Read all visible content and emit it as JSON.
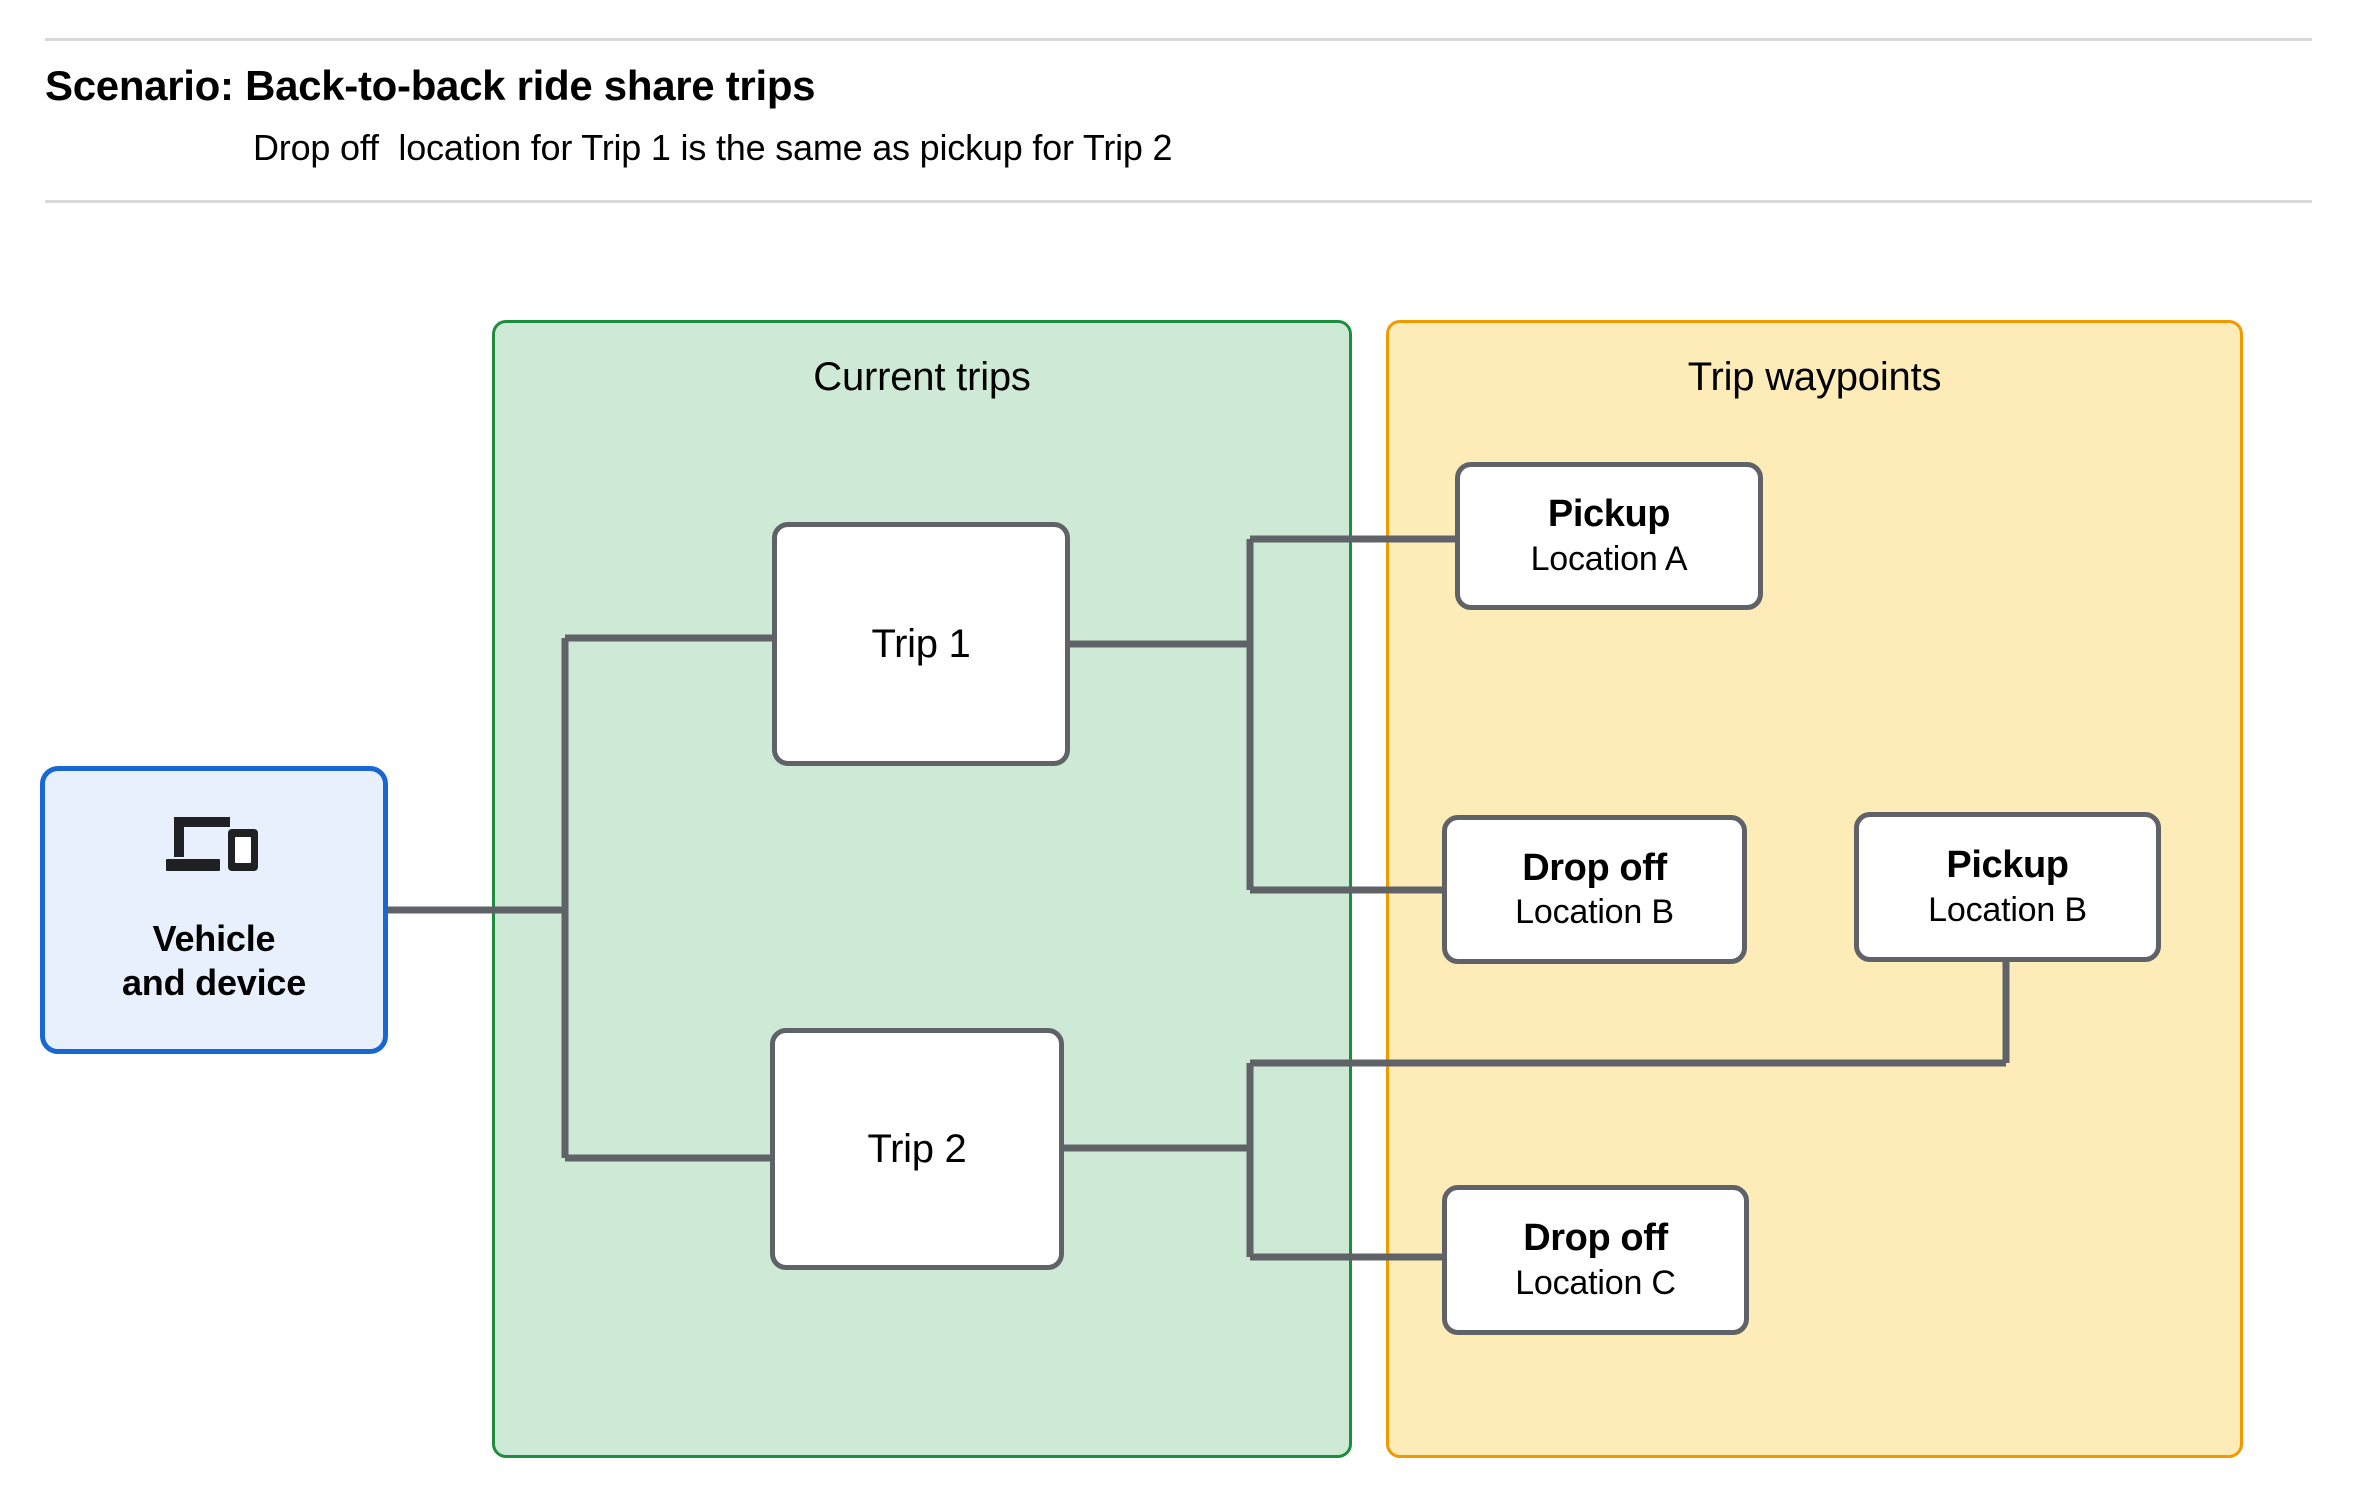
{
  "header": {
    "title": "Scenario: Back-to-back ride share trips",
    "subtitle": "Drop off  location for Trip 1 is the same as pickup for Trip 2",
    "divider_color": "#d9d9d9"
  },
  "groups": {
    "current_trips": {
      "title": "Current trips",
      "fill": "#ceead6",
      "border": "#1e8e3e"
    },
    "trip_waypoints": {
      "title": "Trip waypoints",
      "fill": "#fdecb8",
      "border": "#f29900"
    }
  },
  "vehicle": {
    "label": "Vehicle\nand device",
    "icon": "devices-icon",
    "fill": "#e8f0fe",
    "border": "#1967d2",
    "icon_color": "#202124"
  },
  "trips": [
    {
      "label": "Trip 1"
    },
    {
      "label": "Trip 2"
    }
  ],
  "waypoints": [
    {
      "title": "Pickup",
      "sub": "Location A"
    },
    {
      "title": "Drop off",
      "sub": "Location B"
    },
    {
      "title": "Pickup",
      "sub": "Location B"
    },
    {
      "title": "Drop off",
      "sub": "Location C"
    }
  ],
  "node_style": {
    "fill": "#ffffff",
    "border": "#5f6368"
  },
  "connector_color": "#5f6368"
}
